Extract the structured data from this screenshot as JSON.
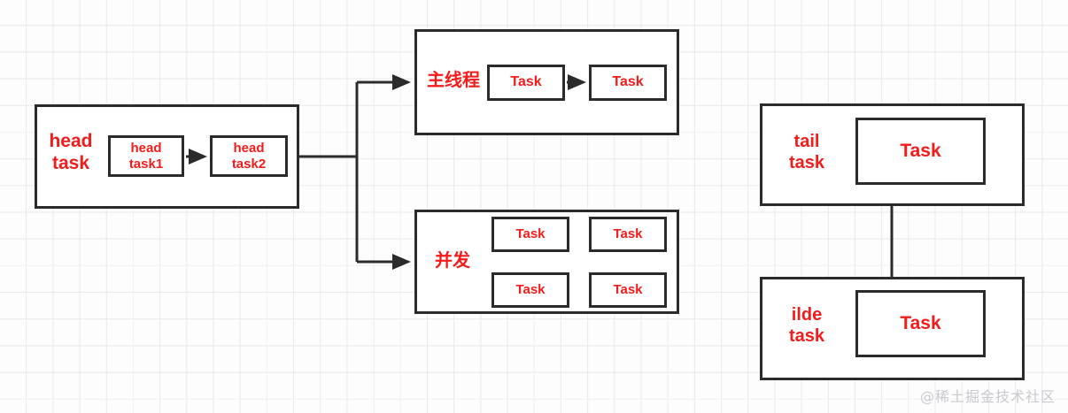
{
  "diagram": {
    "title": "Task scheduling flow diagram",
    "colors": {
      "text_red": "#f41b1b",
      "stroke_black": "#2b2b2b",
      "grid_line": "#e9e9e9",
      "watermark": "#c9c9cf",
      "background": "#fdfdfd"
    },
    "watermark": "@稀土掘金技术社区",
    "nodes": {
      "head_task": {
        "label": "head\ntask",
        "children": [
          {
            "label": "head\ntask1"
          },
          {
            "label": "head\ntask2"
          }
        ]
      },
      "main_thread": {
        "label": "主线程",
        "children": [
          {
            "label": "Task"
          },
          {
            "label": "Task"
          }
        ]
      },
      "concurrency": {
        "label": "并发",
        "children": [
          {
            "label": "Task"
          },
          {
            "label": "Task"
          },
          {
            "label": "Task"
          },
          {
            "label": "Task"
          }
        ]
      },
      "tail_task": {
        "label": "tail\ntask",
        "children": [
          {
            "label": "Task"
          }
        ]
      },
      "idle_task": {
        "label": "ilde\ntask",
        "children": [
          {
            "label": "Task"
          }
        ]
      }
    },
    "connectors": [
      {
        "name": "head-task1-to-head-task2",
        "type": "arrow",
        "direction": "right"
      },
      {
        "name": "head-task-to-fork",
        "type": "line",
        "direction": "right"
      },
      {
        "name": "fork-to-main-thread",
        "type": "arrow",
        "direction": "right"
      },
      {
        "name": "fork-to-concurrency",
        "type": "arrow",
        "direction": "right"
      },
      {
        "name": "main-thread-task1-to-task2",
        "type": "arrow",
        "direction": "right"
      },
      {
        "name": "tail-task-to-idle-task",
        "type": "line",
        "direction": "down"
      }
    ]
  }
}
